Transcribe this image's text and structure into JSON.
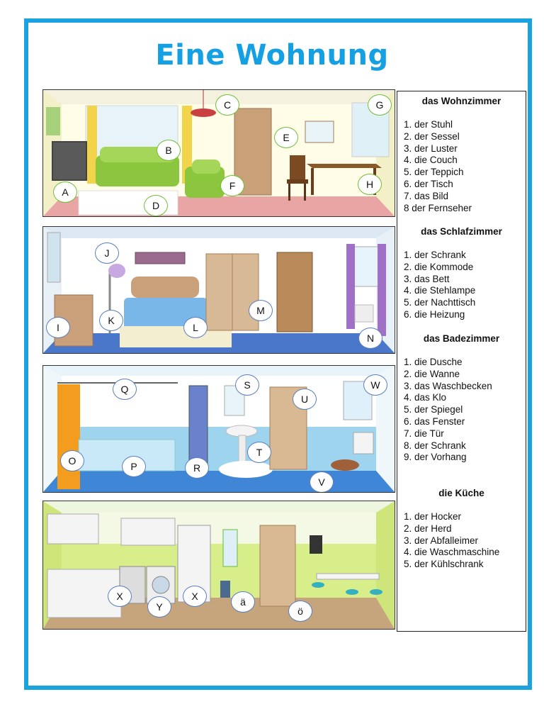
{
  "title": "Eine Wohnung",
  "rooms": {
    "wohnzimmer": {
      "labels": [
        "A",
        "B",
        "C",
        "D",
        "E",
        "F",
        "G",
        "H"
      ]
    },
    "schlafzimmer": {
      "labels": [
        "I",
        "J",
        "K",
        "L",
        "M",
        "N"
      ]
    },
    "badezimmer": {
      "labels": [
        "O",
        "P",
        "Q",
        "R",
        "S",
        "T",
        "U",
        "V",
        "W"
      ]
    },
    "kueche": {
      "labels": [
        "X",
        "Y",
        "X",
        "ä",
        "ö"
      ]
    }
  },
  "legend": {
    "sections": [
      {
        "heading": "das Wohnzimmer",
        "items": [
          "1. der Stuhl",
          "2. der Sessel",
          "3. der Luster",
          "4. die Couch",
          "5. der Teppich",
          "6. der Tisch",
          "7. das Bild",
          "8 der Fernseher"
        ]
      },
      {
        "heading": "das Schlafzimmer",
        "items": [
          "1. der Schrank",
          "2. die Kommode",
          "3. das Bett",
          "4. die Stehlampe",
          "5. der Nachttisch",
          "6. die Heizung"
        ]
      },
      {
        "heading": "das Badezimmer",
        "items": [
          "1. die Dusche",
          "2. die Wanne",
          "3. das Waschbecken",
          "4. das Klo",
          "5. der Spiegel",
          "6. das Fenster",
          "7. die Tür",
          "8. der Schrank",
          "9. der Vorhang"
        ]
      },
      {
        "heading": "die Küche",
        "items": [
          "1. der Hocker",
          "2. der Herd",
          "3. der Abfalleimer",
          "4. die Waschmaschine",
          "5. der Kühlschrank"
        ]
      }
    ]
  },
  "colors": {
    "frame": "#1ba3e0",
    "title": "#14a0e2",
    "label_border": "#6fbf3a"
  }
}
